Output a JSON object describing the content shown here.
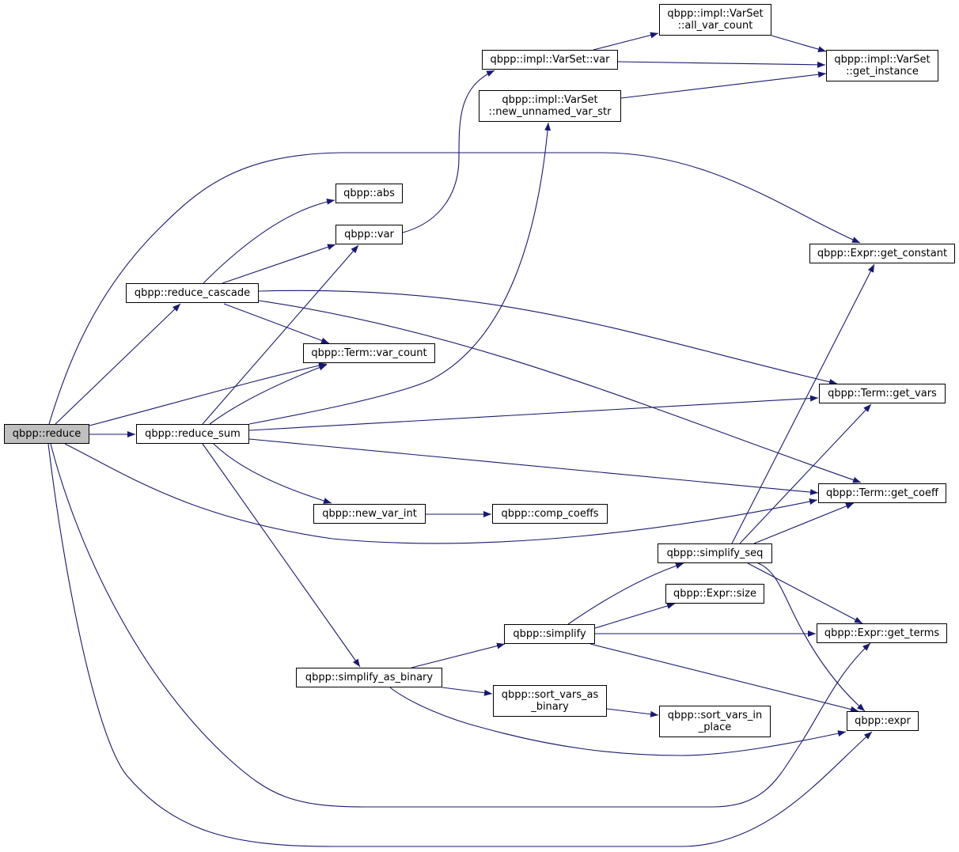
{
  "colors": {
    "edge": "#191970",
    "border": "#000000",
    "root_fill": "#bfbfbf",
    "node_fill": "#ffffff"
  },
  "nodes": {
    "reduce": {
      "lines": [
        "qbpp::reduce"
      ]
    },
    "reduce_cascade": {
      "lines": [
        "qbpp::reduce_cascade"
      ]
    },
    "reduce_sum": {
      "lines": [
        "qbpp::reduce_sum"
      ]
    },
    "abs": {
      "lines": [
        "qbpp::abs"
      ]
    },
    "var": {
      "lines": [
        "qbpp::var"
      ]
    },
    "term_var_count": {
      "lines": [
        "qbpp::Term::var_count"
      ]
    },
    "varset_var": {
      "lines": [
        "qbpp::impl::VarSet::var"
      ]
    },
    "varset_all_var_count": {
      "lines": [
        "qbpp::impl::VarSet",
        "::all_var_count"
      ]
    },
    "varset_get_instance": {
      "lines": [
        "qbpp::impl::VarSet",
        "::get_instance"
      ]
    },
    "varset_new_unnamed_var_str": {
      "lines": [
        "qbpp::impl::VarSet",
        "::new_unnamed_var_str"
      ]
    },
    "expr_get_constant": {
      "lines": [
        "qbpp::Expr::get_constant"
      ]
    },
    "term_get_vars": {
      "lines": [
        "qbpp::Term::get_vars"
      ]
    },
    "term_get_coeff": {
      "lines": [
        "qbpp::Term::get_coeff"
      ]
    },
    "new_var_int": {
      "lines": [
        "qbpp::new_var_int"
      ]
    },
    "comp_coeffs": {
      "lines": [
        "qbpp::comp_coeffs"
      ]
    },
    "simplify_seq": {
      "lines": [
        "qbpp::simplify_seq"
      ]
    },
    "expr_size": {
      "lines": [
        "qbpp::Expr::size"
      ]
    },
    "simplify": {
      "lines": [
        "qbpp::simplify"
      ]
    },
    "expr_get_terms": {
      "lines": [
        "qbpp::Expr::get_terms"
      ]
    },
    "simplify_as_binary": {
      "lines": [
        "qbpp::simplify_as_binary"
      ]
    },
    "sort_vars_as_binary": {
      "lines": [
        "qbpp::sort_vars_as",
        "_binary"
      ]
    },
    "sort_vars_in_place": {
      "lines": [
        "qbpp::sort_vars_in",
        "_place"
      ]
    },
    "expr": {
      "lines": [
        "qbpp::expr"
      ]
    }
  },
  "edges": [
    [
      "reduce",
      "reduce_cascade"
    ],
    [
      "reduce",
      "reduce_sum"
    ],
    [
      "reduce",
      "expr_get_constant"
    ],
    [
      "reduce",
      "term_var_count"
    ],
    [
      "reduce",
      "term_get_coeff"
    ],
    [
      "reduce",
      "expr_get_terms"
    ],
    [
      "reduce",
      "expr"
    ],
    [
      "reduce_cascade",
      "abs"
    ],
    [
      "reduce_cascade",
      "var"
    ],
    [
      "reduce_cascade",
      "term_var_count"
    ],
    [
      "reduce_cascade",
      "term_get_vars"
    ],
    [
      "reduce_cascade",
      "term_get_coeff"
    ],
    [
      "reduce_sum",
      "var"
    ],
    [
      "reduce_sum",
      "term_var_count"
    ],
    [
      "reduce_sum",
      "varset_new_unnamed_var_str"
    ],
    [
      "reduce_sum",
      "term_get_vars"
    ],
    [
      "reduce_sum",
      "term_get_coeff"
    ],
    [
      "reduce_sum",
      "new_var_int"
    ],
    [
      "reduce_sum",
      "simplify_as_binary"
    ],
    [
      "var",
      "varset_var"
    ],
    [
      "varset_var",
      "varset_all_var_count"
    ],
    [
      "varset_var",
      "varset_get_instance"
    ],
    [
      "varset_all_var_count",
      "varset_get_instance"
    ],
    [
      "varset_new_unnamed_var_str",
      "varset_get_instance"
    ],
    [
      "new_var_int",
      "comp_coeffs"
    ],
    [
      "simplify_as_binary",
      "simplify"
    ],
    [
      "simplify_as_binary",
      "sort_vars_as_binary"
    ],
    [
      "simplify_as_binary",
      "expr"
    ],
    [
      "sort_vars_as_binary",
      "sort_vars_in_place"
    ],
    [
      "simplify",
      "simplify_seq"
    ],
    [
      "simplify",
      "expr_size"
    ],
    [
      "simplify",
      "expr_get_terms"
    ],
    [
      "simplify",
      "expr"
    ],
    [
      "simplify_seq",
      "expr_get_constant"
    ],
    [
      "simplify_seq",
      "term_get_vars"
    ],
    [
      "simplify_seq",
      "term_get_coeff"
    ],
    [
      "simplify_seq",
      "expr_get_terms"
    ],
    [
      "simplify_seq",
      "expr"
    ]
  ]
}
